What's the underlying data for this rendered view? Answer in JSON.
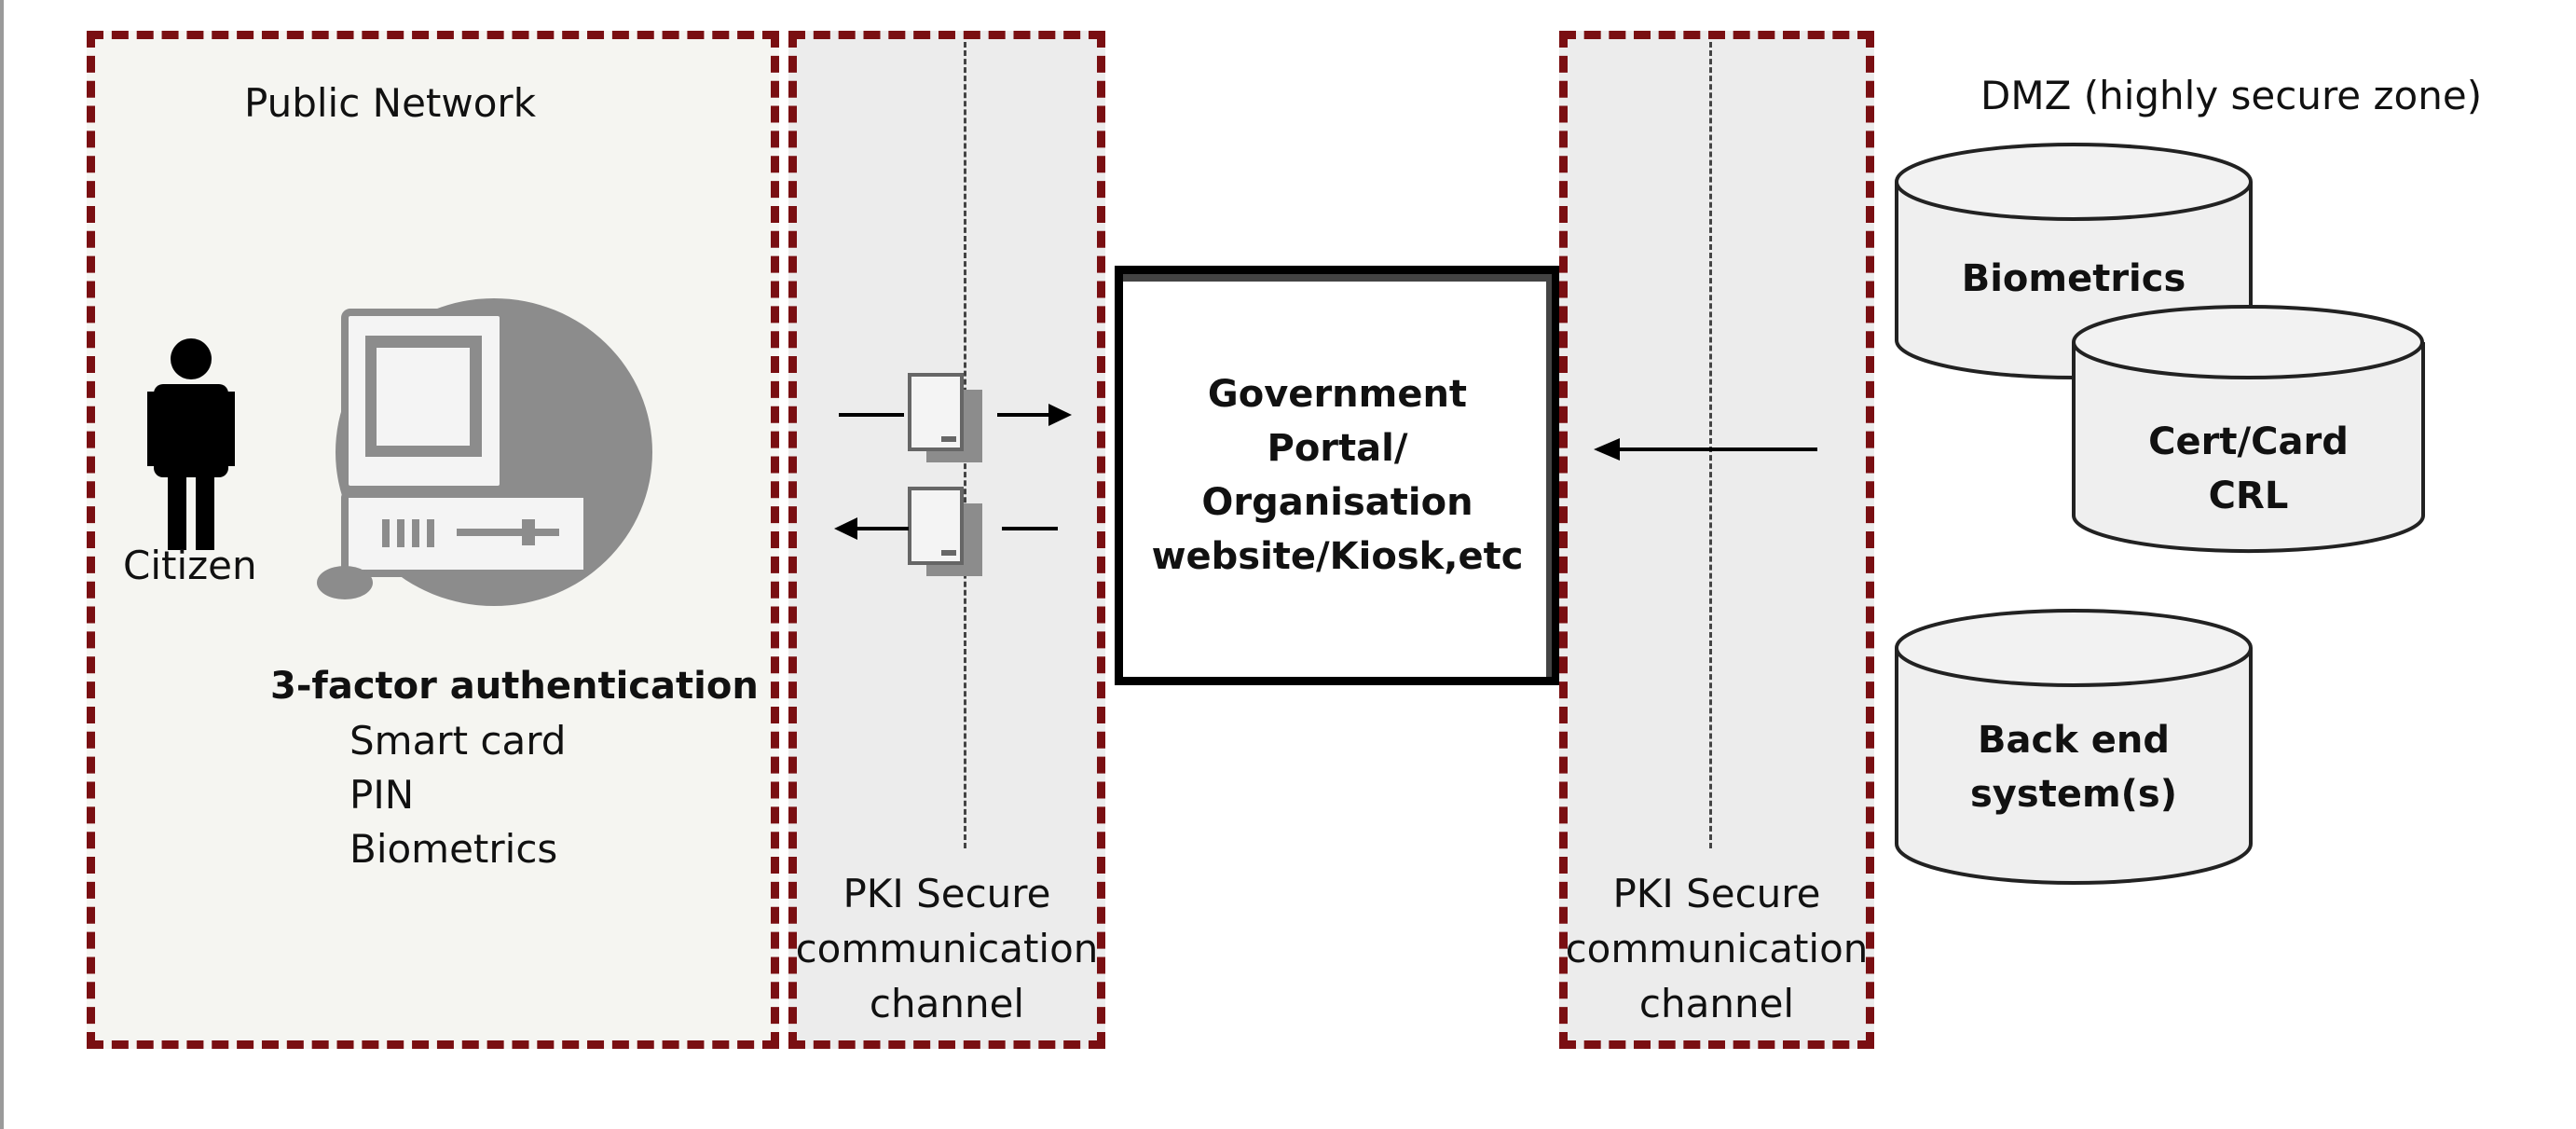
{
  "public_zone": {
    "title": "Public Network",
    "citizen_label": "Citizen",
    "auth_heading": "3-factor authentication",
    "auth_factors": [
      "Smart card",
      "PIN",
      "Biometrics"
    ]
  },
  "left_channel": {
    "label_lines": [
      "PKI Secure",
      "communication",
      "channel"
    ]
  },
  "portal": {
    "label_lines": [
      "Government",
      "Portal/",
      "Organisation",
      "website/Kiosk,etc"
    ]
  },
  "right_channel": {
    "label_lines": [
      "PKI Secure",
      "communication",
      "channel"
    ]
  },
  "dmz": {
    "title": "DMZ (highly secure zone)",
    "databases": [
      {
        "label_lines": [
          "Biometrics"
        ]
      },
      {
        "label_lines": [
          "Cert/Card",
          "CRL"
        ]
      },
      {
        "label_lines": [
          "Back end",
          "system(s)"
        ]
      }
    ]
  },
  "colors": {
    "zone_border": "#7a0f12",
    "icon_gray": "#8c8c8c"
  },
  "icons": [
    "person-icon",
    "computer-icon",
    "server-icon",
    "database-icon",
    "arrow-icon"
  ]
}
